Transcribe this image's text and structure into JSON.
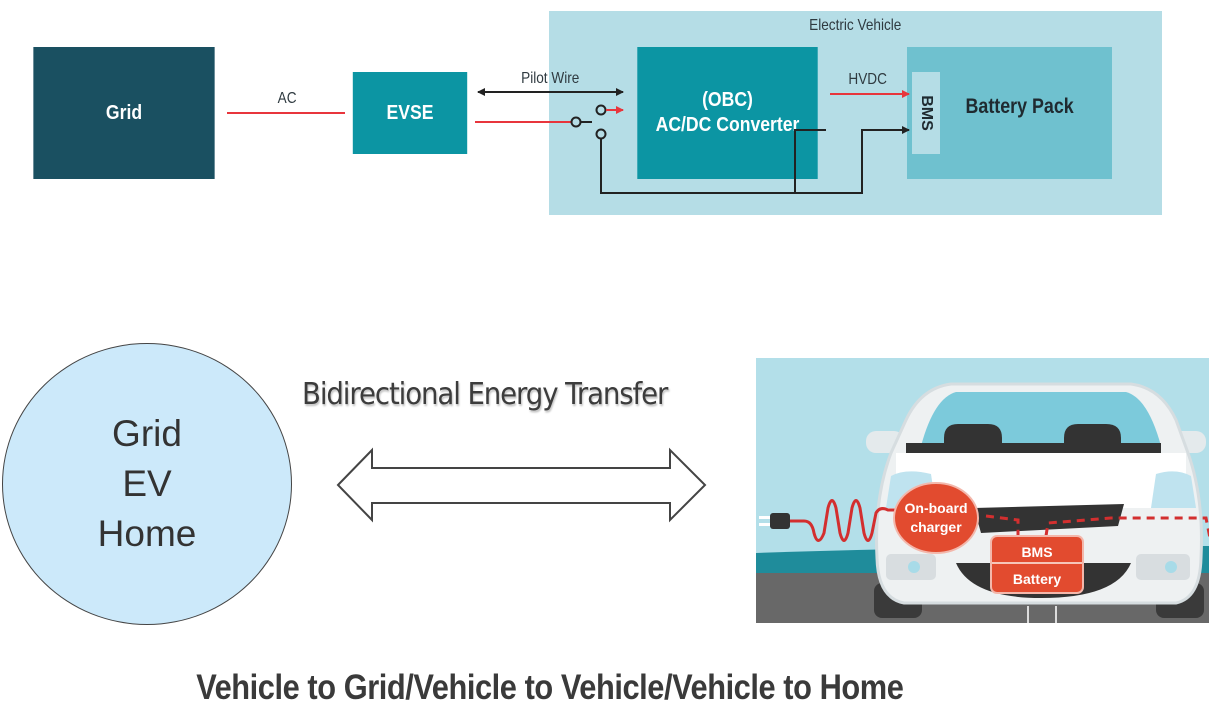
{
  "diagram": {
    "top_block_diagram": {
      "container": {
        "label": "Electric Vehicle",
        "color": "#b5dde6"
      },
      "blocks": [
        {
          "id": "grid",
          "label": "Grid",
          "color": "#1a5061"
        },
        {
          "id": "evse",
          "label": "EVSE",
          "color": "#0c95a3"
        },
        {
          "id": "obc",
          "label_line1": "(OBC)",
          "label_line2": "AC/DC Converter",
          "color": "#0c95a3"
        },
        {
          "id": "battery_pack",
          "label": "Battery Pack",
          "color": "#6fc1cf"
        },
        {
          "id": "bms",
          "label": "BMS"
        }
      ],
      "connections": [
        {
          "from": "grid",
          "to": "evse",
          "label": "AC",
          "color": "#e8353c"
        },
        {
          "from": "evse",
          "to": "obc",
          "label": "Pilot Wire",
          "bidirectional": true,
          "color": "#222222"
        },
        {
          "from": "evse",
          "to": "switch",
          "label": "",
          "color": "#e8353c"
        },
        {
          "from": "switch",
          "to": "obc",
          "label": "",
          "color": "#e8353c"
        },
        {
          "from": "obc",
          "to": "bms",
          "label": "HVDC",
          "color": "#e8353c"
        },
        {
          "from": "switch",
          "to": "bms",
          "label": "",
          "color": "#222222"
        }
      ]
    },
    "bottom_concept": {
      "node": {
        "lines": [
          "Grid",
          "EV",
          "Home"
        ],
        "fill": "#cce9fa"
      },
      "arrow_label": "Bidirectional Energy Transfer",
      "car_illustration": {
        "labels": {
          "charger_line1": "On-board",
          "charger_line2": "charger",
          "bms": "BMS",
          "battery": "Battery"
        },
        "accent": "#e24b2f"
      }
    },
    "footer_title": "Vehicle to Grid/Vehicle to Vehicle/Vehicle to Home"
  }
}
